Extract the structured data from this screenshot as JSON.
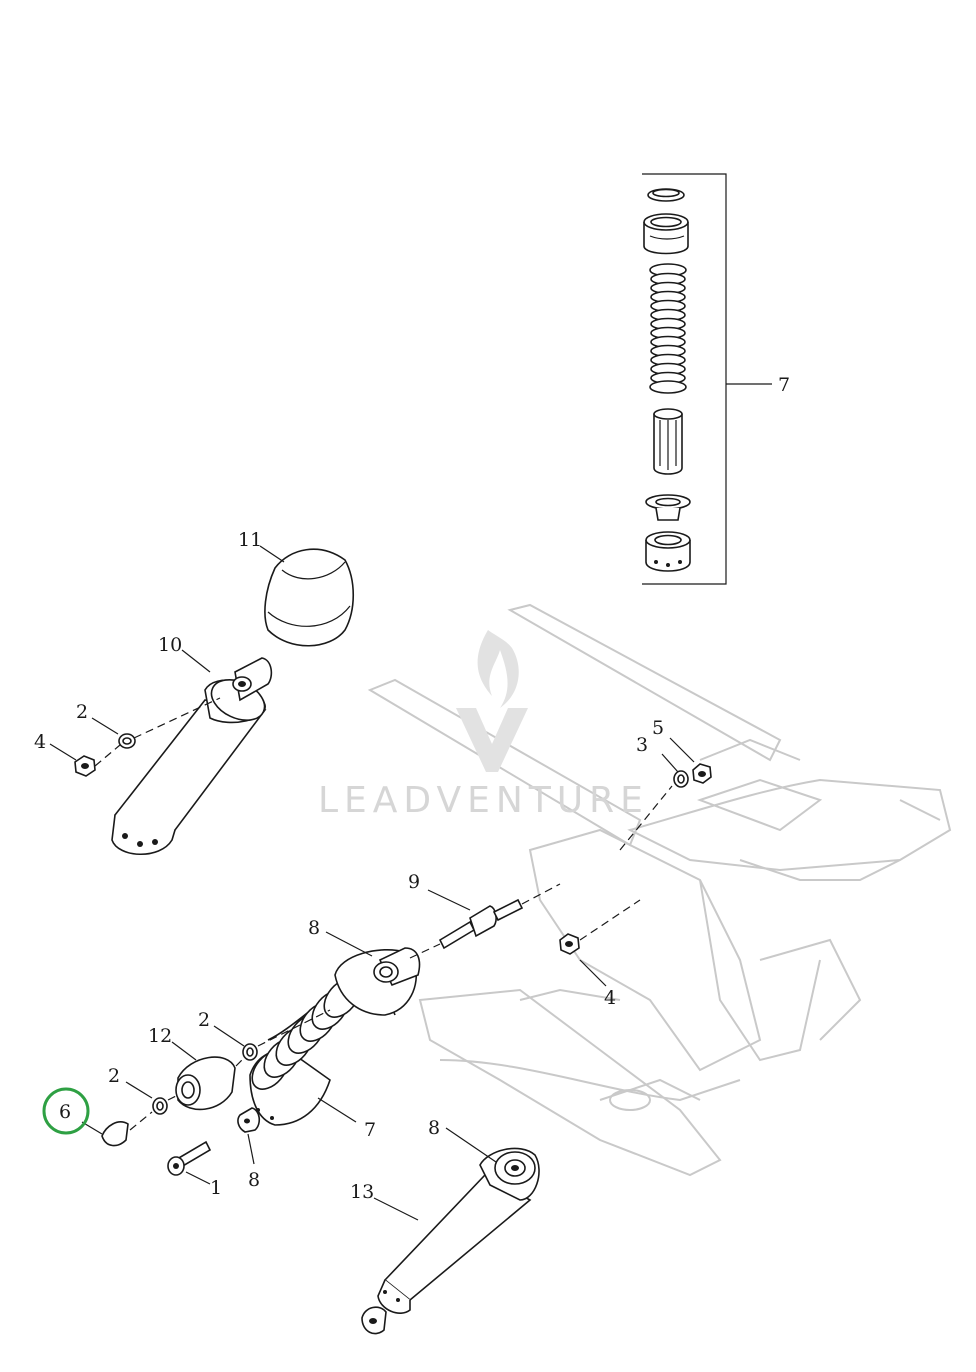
{
  "watermark": {
    "text": "LEADVENTURE"
  },
  "callouts": {
    "c1": "1",
    "c2a": "2",
    "c2b": "2",
    "c2c": "2",
    "c3": "3",
    "c4a": "4",
    "c4b": "4",
    "c5": "5",
    "c6": "6",
    "c7a": "7",
    "c7b": "7",
    "c8a": "8",
    "c8b": "8",
    "c8c": "8",
    "c9": "9",
    "c10": "10",
    "c11": "11",
    "c12": "12",
    "c13": "13"
  },
  "highlight": {
    "color": "#2ea043"
  }
}
